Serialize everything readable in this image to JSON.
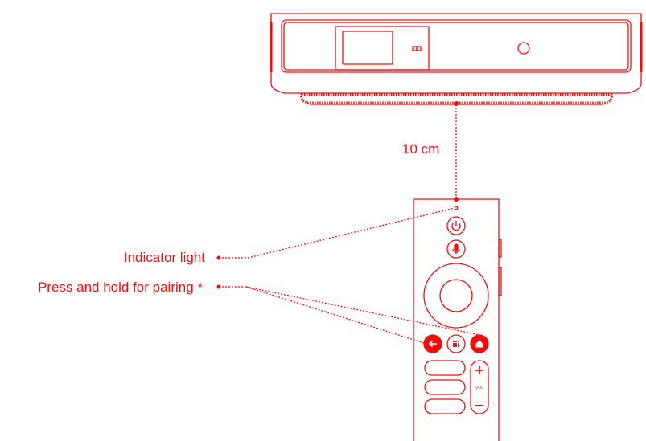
{
  "colors": {
    "accent": "#f20d0d"
  },
  "distance_label": "10 cm",
  "labels": {
    "indicator": "Indicator light",
    "pairing": "Press and hold for pairing *"
  },
  "remote": {
    "vol_label": "VOL"
  },
  "icons": [
    "power-icon",
    "microphone-icon",
    "back-arrow-icon",
    "apps-grid-icon",
    "home-icon",
    "plus-icon",
    "minus-icon"
  ]
}
